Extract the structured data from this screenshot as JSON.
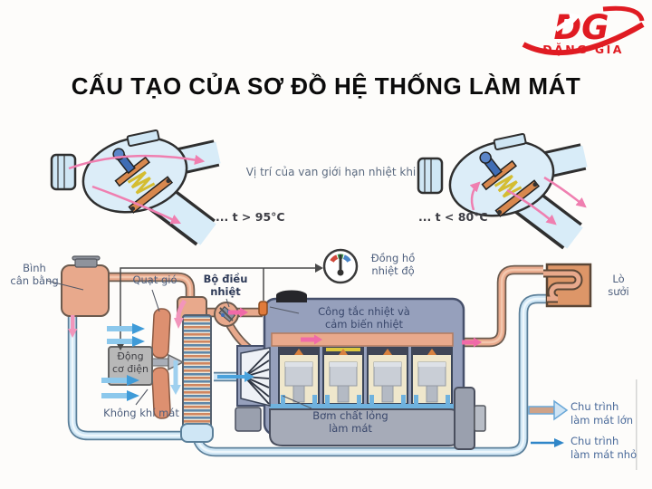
{
  "logo": {
    "dg": "DG",
    "name": "ĐẶNG GIA",
    "color": "#e01b22"
  },
  "title": "CẤU TẠO CỦA SƠ ĐỒ HỆ THỐNG LÀM MÁT",
  "valves": {
    "caption": "Vị trí của van giới hạn nhiệt khi",
    "left_condition": "... t > 95°C",
    "right_condition": "... t < 80°C"
  },
  "labels": {
    "balance_tank": "Bình\ncân bằng",
    "fan": "Quạt gió",
    "thermostat": "Bộ điều\nnhiệt",
    "temperature_gauge": "Đồng hồ\nnhiệt độ",
    "thermal_switch": "Công tắc nhiệt và\ncảm biến nhiệt",
    "heater": "Lò\nsưởi",
    "electric_motor": "Động\ncơ điện",
    "cool_air": "Không khí mát",
    "coolant_pump": "Bơm chất lỏng\nlàm mát"
  },
  "legend": {
    "large_cycle": "Chu trình\nlàm mát lớn",
    "small_cycle": "Chu trình\nlàm mát nhỏ"
  },
  "colors": {
    "brand_red": "#e01b22",
    "hot_pipe": "#e8a98c",
    "cool_pipe": "#cfe6f5",
    "engine_block": "#96a0bc",
    "flow_arrow_pink": "#ef7fb0",
    "air_arrow_blue": "#3f9bd8",
    "label_text": "#4e5f7d"
  }
}
